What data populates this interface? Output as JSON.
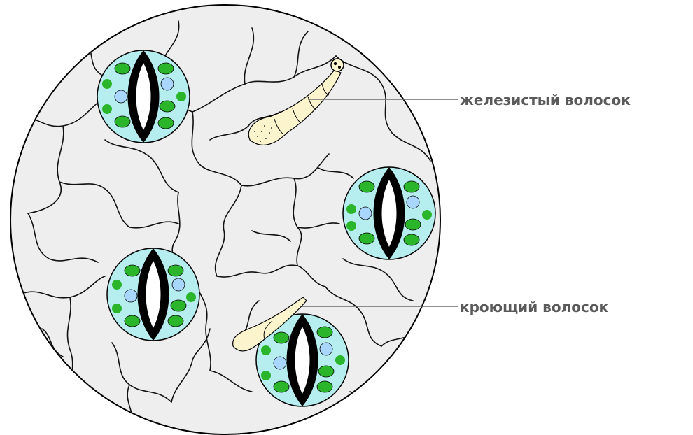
{
  "labels": {
    "glandular_hair": "железистый волосок",
    "covering_hair": "кроющий волосок"
  },
  "colors": {
    "background": "#ffffff",
    "epidermis_fill": "#eeeeee",
    "stoma_fill": "#b6eef0",
    "chloroplast": "#2ab52a",
    "light_organelle": "#a9d6ff",
    "guard_slit": "#000000",
    "hair_fill": "#fbf4cc",
    "label_text": "#5a5a5a"
  },
  "structures": {
    "stomata_count": 4,
    "glandular_hair_count": 1,
    "covering_hair_count": 1
  }
}
